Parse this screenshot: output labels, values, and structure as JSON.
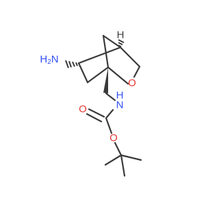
{
  "molecule": {
    "atoms": {
      "amine": {
        "symbol": "H",
        "subscript": "2",
        "tail": "N",
        "color": "#3050f8"
      },
      "ring_oxygen": {
        "symbol": "O",
        "color": "#e53935"
      },
      "carbamate_nh": {
        "symbol": "N",
        "h": "H",
        "color": "#3050f8"
      },
      "carbonyl_oxygen": {
        "symbol": "O",
        "color": "#e53935"
      },
      "ester_oxygen": {
        "symbol": "O",
        "color": "#e53935"
      },
      "bridgehead_h": {
        "symbol": "H",
        "color": "#3a3a3a"
      }
    },
    "bond_color": "#3a3a3a"
  }
}
